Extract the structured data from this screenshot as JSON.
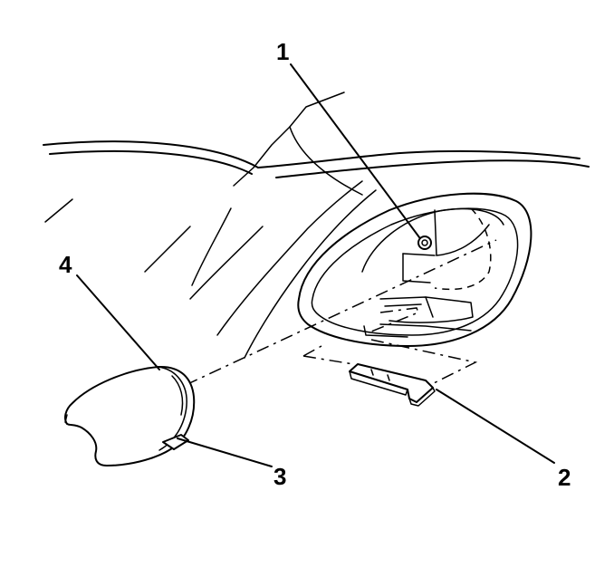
{
  "diagram": {
    "callouts": [
      {
        "id": "1"
      },
      {
        "id": "2"
      },
      {
        "id": "3"
      },
      {
        "id": "4"
      }
    ],
    "labels": {
      "c1": "1",
      "c2": "2",
      "c3": "3",
      "c4": "4"
    }
  }
}
